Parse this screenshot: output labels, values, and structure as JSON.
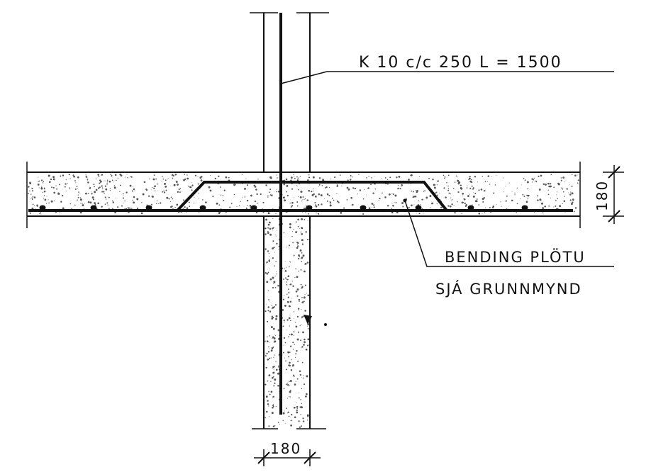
{
  "labels": {
    "rebar_callout": "K 10 c/c 250 L = 1500",
    "slab_note_line1": "BENDING PLÖTU",
    "slab_note_line2": "SJÁ GRUNNMYND",
    "slab_thickness": "180",
    "wall_thickness": "180"
  },
  "colors": {
    "line": "#111111",
    "concrete_speckle": "#555555",
    "background": "#ffffff"
  }
}
